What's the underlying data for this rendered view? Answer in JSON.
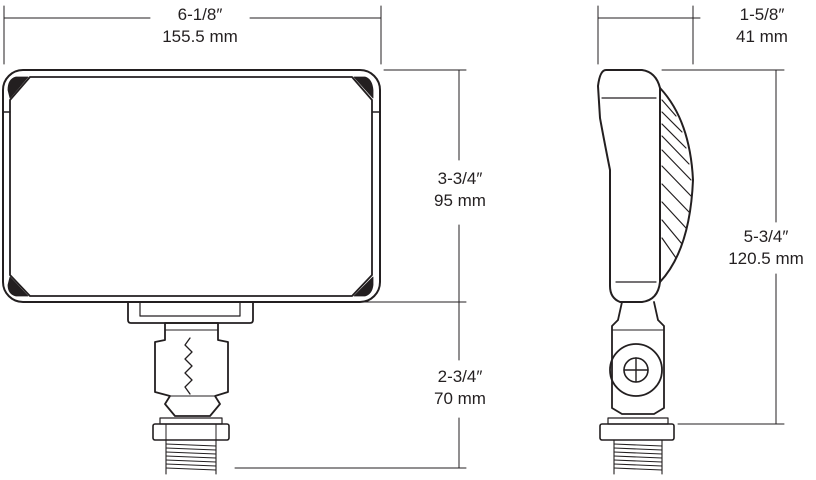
{
  "colors": {
    "stroke": "#231f20",
    "background": "#ffffff"
  },
  "dimensions": {
    "front_width": {
      "imperial": "6-1/8″",
      "metric": "155.5 mm"
    },
    "front_height": {
      "imperial": "3-3/4″",
      "metric": "95 mm"
    },
    "mount_height": {
      "imperial": "2-3/4″",
      "metric": "70 mm"
    },
    "side_depth": {
      "imperial": "1-5/8″",
      "metric": "41 mm"
    },
    "side_height": {
      "imperial": "5-3/4″",
      "metric": "120.5 mm"
    }
  }
}
